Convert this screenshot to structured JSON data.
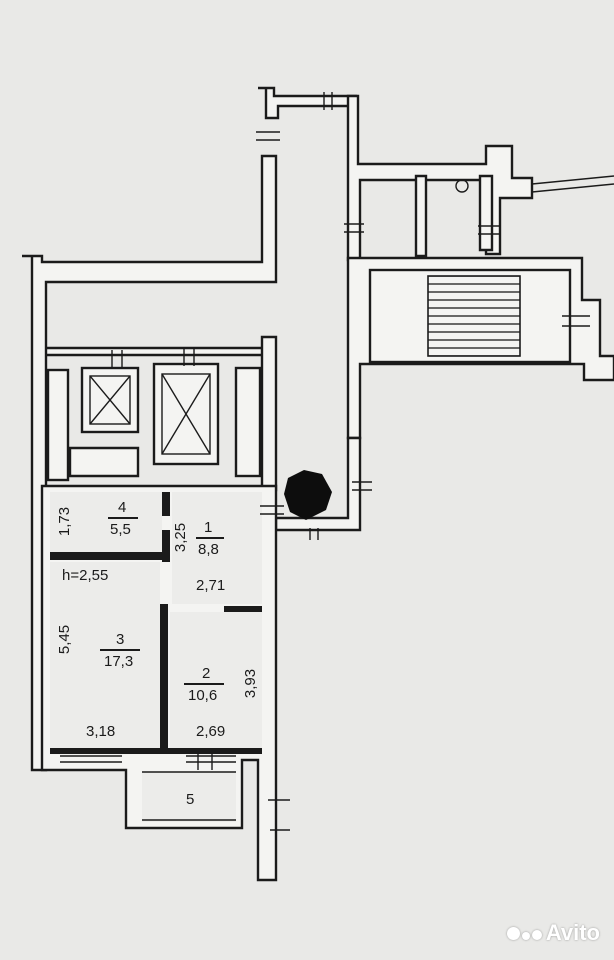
{
  "plan": {
    "rooms": [
      {
        "number": "4",
        "area": "5,5"
      },
      {
        "number": "1",
        "area": "8,8"
      },
      {
        "number": "3",
        "area": "17,3"
      },
      {
        "number": "2",
        "area": "10,6"
      },
      {
        "number": "5",
        "area": ""
      }
    ],
    "ceiling_height": "h=2,55",
    "dimensions": {
      "room4_height": "1,73",
      "hall_width": "3,25",
      "hall_depth": "2,71",
      "room3_depth": "5,45",
      "room2_depth": "3,93",
      "room3_width": "3,18",
      "room2_width": "2,69"
    }
  },
  "watermark": {
    "text": "Avito",
    "color": "#ffffff"
  },
  "colors": {
    "wall_fill": "#f4f4f2",
    "wall_line": "#1b1b1b",
    "background": "#e9e9e7"
  }
}
